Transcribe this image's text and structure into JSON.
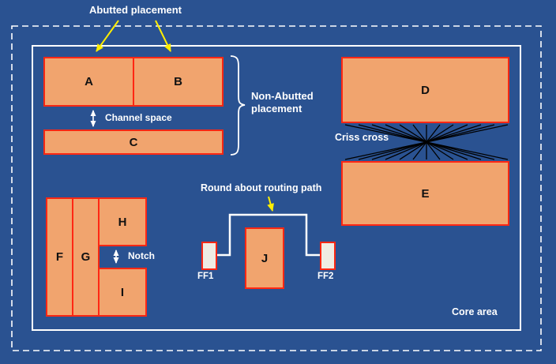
{
  "diagram": {
    "labels": {
      "abutted_placement": "Abutted placement",
      "non_abutted_placement": "Non-Abutted placement",
      "channel_space": "Channel space",
      "criss_cross": "Criss cross",
      "round_about_routing_path": "Round about routing path",
      "notch": "Notch",
      "core_area": "Core area"
    },
    "blocks": {
      "a": "A",
      "b": "B",
      "c": "C",
      "d": "D",
      "e": "E",
      "f": "F",
      "g": "G",
      "h": "H",
      "i": "I",
      "j": "J"
    },
    "flip_flops": {
      "ff1": "FF1",
      "ff2": "FF2"
    }
  },
  "colors": {
    "background": "#2A5291",
    "block_fill": "#F1A46E",
    "block_border": "#FF2713",
    "ff_fill": "#EFECE3",
    "arrow_yellow": "#FFEE00",
    "line_white": "#FFFFFF",
    "criss_cross_line": "#000000",
    "block_text": "#111111"
  }
}
